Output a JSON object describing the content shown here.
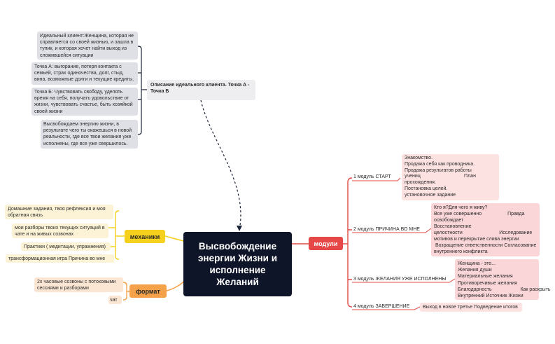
{
  "central": "Высвобождение энергии Жизни и исполнение Желаний",
  "description": {
    "label": "Описание идеального клиента. Точка А - Точка Б",
    "items": [
      "Идеальный клиент:Женщина, которая не справляется со своей жизнью, и зашла в тупик, и которая хочет найти выход из сложившейся ситуации",
      "Точка А: выгорание, потеря контакта  с семьей, страх одиночества, долг, стыд, вина, возможные долги и текущие кредиты.",
      "Точка Б: Чувствовать свободу, уделять время на себя, получать удовольствие от жизни, чувствовать счастье, быть хозяйкой своей жизни",
      "Высвобождаем энергию жизни, в результате чего ты окажешься в новой реальности, где все твои желания уже исполнены, где все уже свершилось."
    ]
  },
  "mechanics": {
    "label": "механики",
    "items": [
      "Домашние задания, твоя рефлексия и моя обратная связь",
      "мои разборы твоих текущих ситуаций в чате и на живых созвонах",
      "Практики ( медитации, упражнения)",
      "трансформационная игра Причина во мне"
    ]
  },
  "format": {
    "label": "формат",
    "items": [
      "2х часовые созвоны с потоковыми сессиями и разборами",
      "чат"
    ]
  },
  "modules": {
    "label": "модули",
    "items": [
      {
        "label": "1 модуль СТАРТ",
        "detail": "Знакомство.\nПродажа себя как проводника.\nПродажа результатов работы\nучениц                                План\nпрохождения.\nПостановка целей.\nустановочное задание"
      },
      {
        "label": "2 модуль ПРИЧИНА ВО МНЕ",
        "detail": "Кто я?Для чего я живу?\nВсе уже совершенно                   Правда\nосвобождает\nВосстановление\nцелостности                           Исследование\nмотивов и перекрытие слива энергии\n Возращение ответственности Согласование\nвнутреннего конфликта"
      },
      {
        "label": "3 модуль ЖЕЛАНИЯ УЖЕ ИСПОЛНЕНЫ",
        "detail": "Женщина - это...\nЖелания души\nМатериальные желания\nПротиворечивые желания\nБлагодарность                     Как раскрыть\nВнутренний Источник Жизни"
      },
      {
        "label": "4 модуль ЗАВЕРШЕНИЕ",
        "detail": "Выход в новое третье Подведение итогов"
      }
    ]
  },
  "colors": {
    "central_bg": "#0f1528",
    "mechanics_chip": "#f5d01c",
    "format_chip": "#f4a14a",
    "modules_chip": "#e64848",
    "module_line": "#e04a45",
    "description_line": "#1c2438"
  }
}
